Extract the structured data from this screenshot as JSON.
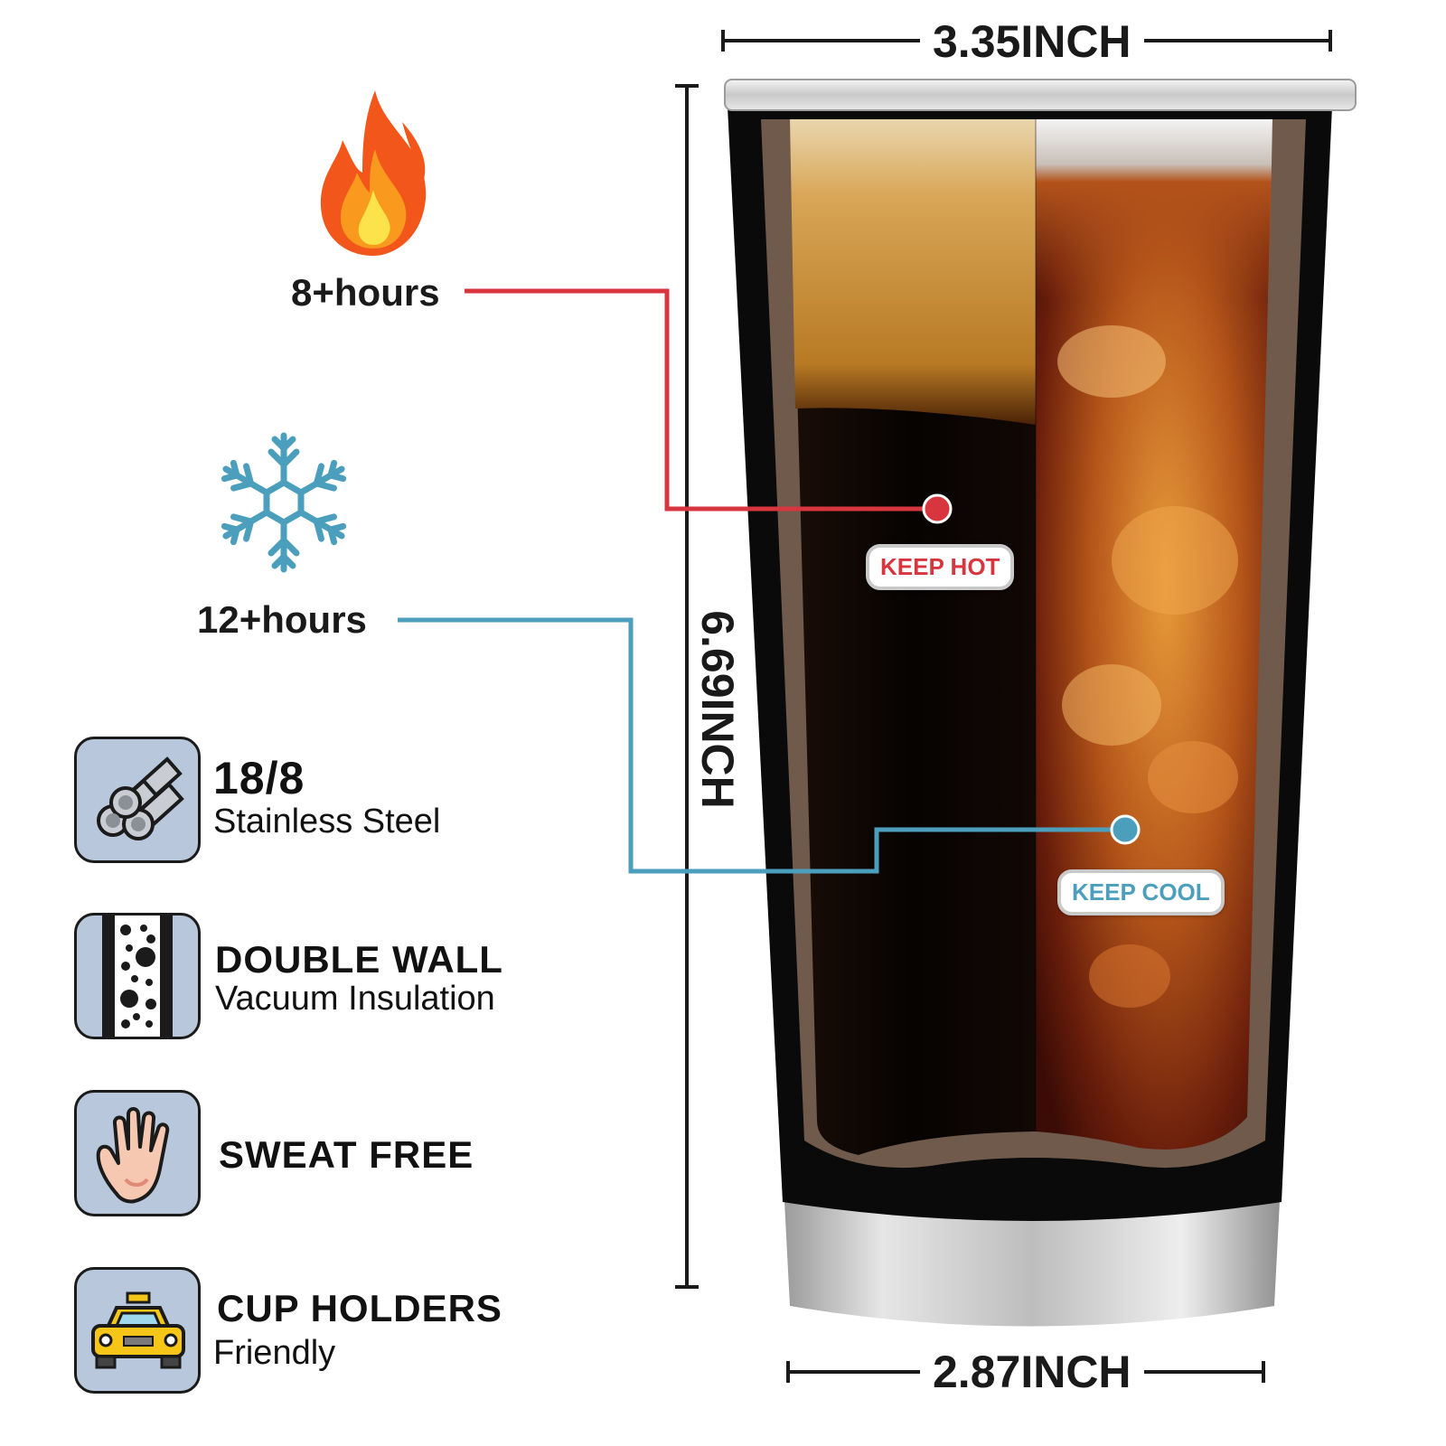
{
  "dimensions": {
    "top_width": "3.35INCH",
    "height": "6.69INCH",
    "bottom_width": "2.87INCH"
  },
  "insulation": {
    "hot": {
      "hours": "8+hours",
      "badge": "KEEP HOT",
      "color": "#d8363f",
      "icon": "flame-icon"
    },
    "cold": {
      "hours": "12+hours",
      "badge": "KEEP COOL",
      "color": "#4b9fbd",
      "icon": "snowflake-icon"
    }
  },
  "features": [
    {
      "icon": "steel-pipes-icon",
      "title": "18/8",
      "subtitle": "Stainless Steel"
    },
    {
      "icon": "double-wall-icon",
      "title": "DOUBLE WALL",
      "subtitle": "Vacuum Insulation"
    },
    {
      "icon": "hand-icon",
      "title": "SWEAT FREE",
      "subtitle": ""
    },
    {
      "icon": "car-icon",
      "title": "CUP HOLDERS",
      "subtitle": "Friendly"
    }
  ],
  "colors": {
    "icon_bg": "#b8c7db",
    "tumbler_body": "#0a0a0a",
    "tumbler_wall": "#6f5a4c"
  }
}
